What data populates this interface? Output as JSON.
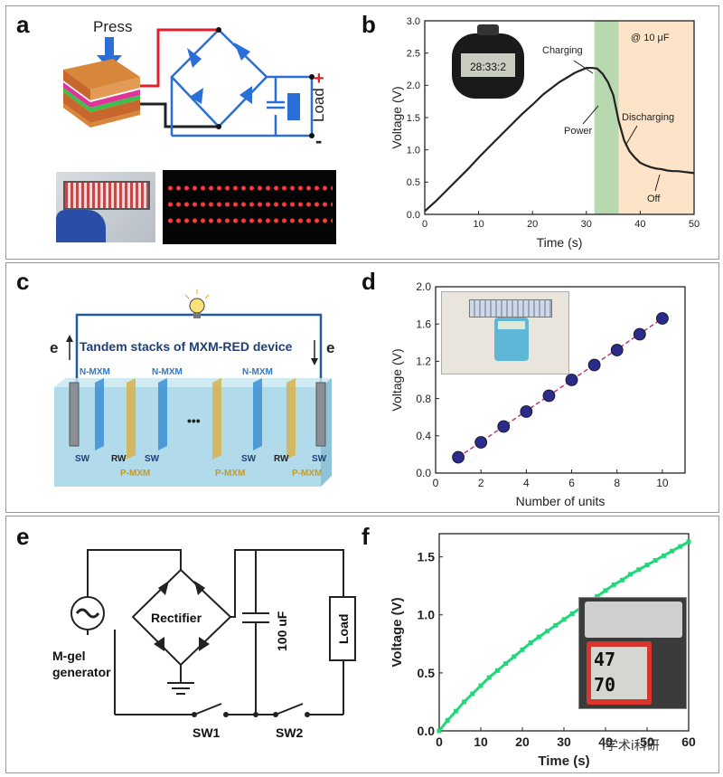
{
  "panels": {
    "a": {
      "label": "a",
      "press_text": "Press",
      "load_text": "Load",
      "plus": "+",
      "minus": "-"
    },
    "b": {
      "label": "b",
      "annotations": {
        "charging": "Charging",
        "power": "Power",
        "discharging": "Discharging",
        "off": "Off",
        "cap": "@ 10 μF"
      },
      "stopwatch_reading": "28:33:2"
    },
    "c": {
      "label": "c",
      "title": "Tandem stacks of MXM-RED device",
      "electron": "e",
      "labels_top": [
        "N-MXM",
        "N-MXM",
        "N-MXM"
      ],
      "labels_bottom": [
        "SW",
        "RW",
        "SW",
        "SW",
        "RW",
        "SW"
      ],
      "labels_pmxm": [
        "P-MXM",
        "P-MXM",
        "P-MXM"
      ],
      "dots": "•••"
    },
    "d": {
      "label": "d"
    },
    "e": {
      "label": "e",
      "rectifier": "Rectifier",
      "capacitor": "100 uF",
      "load": "Load",
      "generator_line1": "M-gel",
      "generator_line2": "generator",
      "sw1": "SW1",
      "sw2": "SW2"
    },
    "f": {
      "label": "f",
      "display_top": "47",
      "display_bottom": "70",
      "watermark": "i学术i科研"
    }
  },
  "chart_data": [
    {
      "panel": "b",
      "type": "line",
      "xlabel": "Time (s)",
      "ylabel": "Voltage (V)",
      "xlim": [
        0,
        50
      ],
      "ylim": [
        0,
        3.0
      ],
      "xticks": [
        "0",
        "10",
        "20",
        "30",
        "40",
        "50"
      ],
      "yticks": [
        "0.0",
        "0.5",
        "1.0",
        "1.5",
        "2.0",
        "2.5",
        "3.0"
      ],
      "regions": [
        {
          "from": 31.5,
          "to": 36,
          "color": "#b8d8b0"
        },
        {
          "from": 36,
          "to": 50,
          "color": "#fde3c8"
        }
      ],
      "x": [
        0,
        2,
        5,
        8,
        10,
        12,
        15,
        18,
        20,
        22,
        25,
        28,
        30,
        31,
        32,
        33,
        34,
        35,
        36,
        37,
        38,
        39,
        40,
        41,
        42,
        43,
        44,
        45,
        46,
        47,
        48,
        49,
        50
      ],
      "y": [
        0.05,
        0.2,
        0.45,
        0.7,
        0.88,
        1.05,
        1.3,
        1.55,
        1.7,
        1.86,
        2.05,
        2.2,
        2.27,
        2.27,
        2.26,
        2.18,
        2.05,
        1.85,
        1.45,
        1.15,
        0.98,
        0.88,
        0.8,
        0.76,
        0.73,
        0.71,
        0.7,
        0.68,
        0.67,
        0.67,
        0.66,
        0.65,
        0.64
      ],
      "series_color": "#222222"
    },
    {
      "panel": "d",
      "type": "scatter",
      "xlabel": "Number of units",
      "ylabel": "Voltage (V)",
      "xlim": [
        0,
        11
      ],
      "ylim": [
        0,
        2.0
      ],
      "xticks": [
        "0",
        "2",
        "4",
        "6",
        "8",
        "10"
      ],
      "yticks": [
        "0.0",
        "0.4",
        "0.8",
        "1.2",
        "1.6",
        "2.0"
      ],
      "x": [
        1,
        2,
        3,
        4,
        5,
        6,
        7,
        8,
        9,
        10
      ],
      "y": [
        0.17,
        0.33,
        0.5,
        0.66,
        0.83,
        1.0,
        1.16,
        1.32,
        1.49,
        1.66
      ],
      "marker_color": "#2b2b8a",
      "fit_color": "#c0397a"
    },
    {
      "panel": "f",
      "type": "line",
      "xlabel": "Time (s)",
      "ylabel": "Voltage (V)",
      "xlim": [
        0,
        60
      ],
      "ylim": [
        0,
        1.7
      ],
      "xticks": [
        "0",
        "10",
        "20",
        "30",
        "40",
        "50",
        "60"
      ],
      "yticks": [
        "0.0",
        "0.5",
        "1.0",
        "1.5"
      ],
      "x": [
        0,
        2,
        4,
        6,
        8,
        10,
        12,
        14,
        16,
        18,
        20,
        22,
        24,
        26,
        28,
        30,
        32,
        34,
        36,
        38,
        40,
        42,
        44,
        46,
        48,
        50,
        52,
        54,
        56,
        58,
        60
      ],
      "y": [
        0.0,
        0.09,
        0.17,
        0.25,
        0.32,
        0.39,
        0.46,
        0.52,
        0.58,
        0.64,
        0.7,
        0.76,
        0.81,
        0.86,
        0.91,
        0.96,
        1.01,
        1.06,
        1.11,
        1.16,
        1.21,
        1.26,
        1.3,
        1.35,
        1.39,
        1.43,
        1.47,
        1.51,
        1.55,
        1.59,
        1.63
      ],
      "series_color": "#1fd87a"
    }
  ]
}
